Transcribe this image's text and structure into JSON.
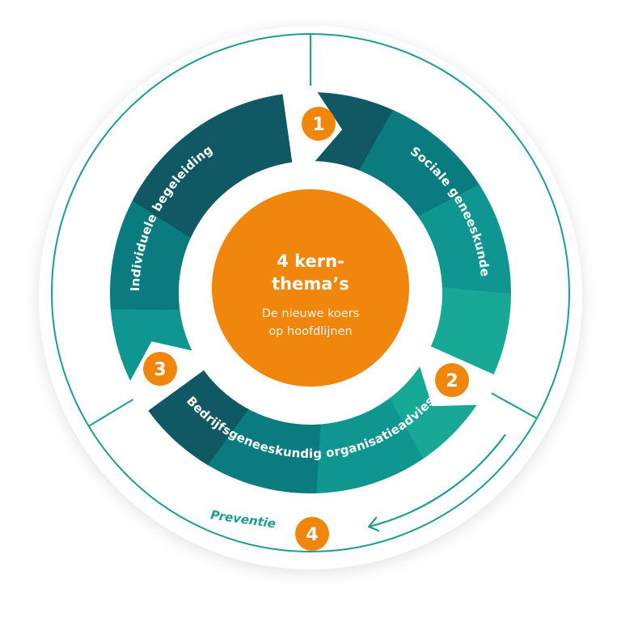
{
  "center": {
    "title_line1": "4 kern-",
    "title_line2": "thema’s",
    "subtitle_line1": "De nieuwe koers",
    "subtitle_line2": "op hoofdlijnen"
  },
  "themes": [
    {
      "number": "1",
      "label": "Sociale geneeskunde"
    },
    {
      "number": "2",
      "label": "Bedrijfsgeneeskundig organisatieadvies"
    },
    {
      "number": "3",
      "label": "Individuele begeleiding"
    }
  ],
  "prevention": {
    "number": "4",
    "label": "Preventie"
  },
  "colors": {
    "orange": "#f0860c",
    "dark_teal": "#0f5864",
    "mid_teal": "#0a7b7e",
    "teal": "#0f9690",
    "light_teal": "#17a896",
    "outline": "#1a9e8f"
  }
}
